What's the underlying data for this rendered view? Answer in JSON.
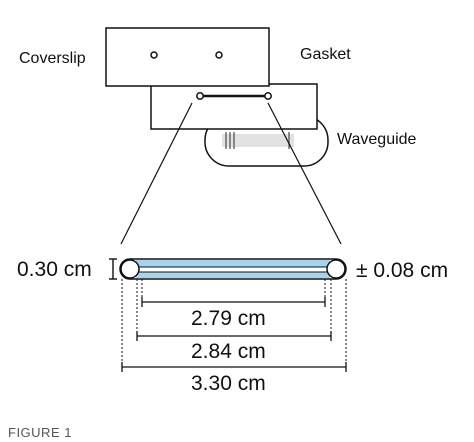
{
  "labels": {
    "coverslip": "Coverslip",
    "gasket": "Gasket",
    "waveguide": "Waveguide"
  },
  "dimensions": {
    "thickness": "0.30 cm",
    "tolerance": "± 0.08 cm",
    "inner_length": "2.79 cm",
    "channel_length": "2.84 cm",
    "outer_length": "3.30 cm"
  },
  "caption": "FIGURE 1",
  "colors": {
    "stroke": "#111111",
    "channel_fill": "#a8d2ee",
    "waveguide_band": "#e2e2e2"
  }
}
